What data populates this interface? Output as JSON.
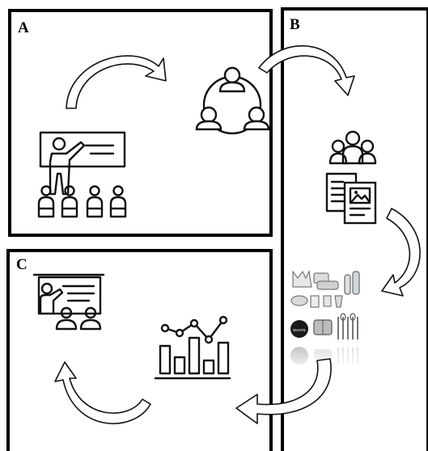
{
  "panels": {
    "a": {
      "label": "A"
    },
    "b": {
      "label": "B"
    },
    "c": {
      "label": "C"
    }
  },
  "waste_photo": {
    "badge_text": "WASTE"
  },
  "icons": [
    "teacher-presenting-class-icon",
    "group-discussion-circle-icon",
    "people-group-icon",
    "documents-icon",
    "plastic-waste-items-photo",
    "presenter-board-audience-icon",
    "bar-line-chart-icon",
    "curved-arrow-icon"
  ]
}
